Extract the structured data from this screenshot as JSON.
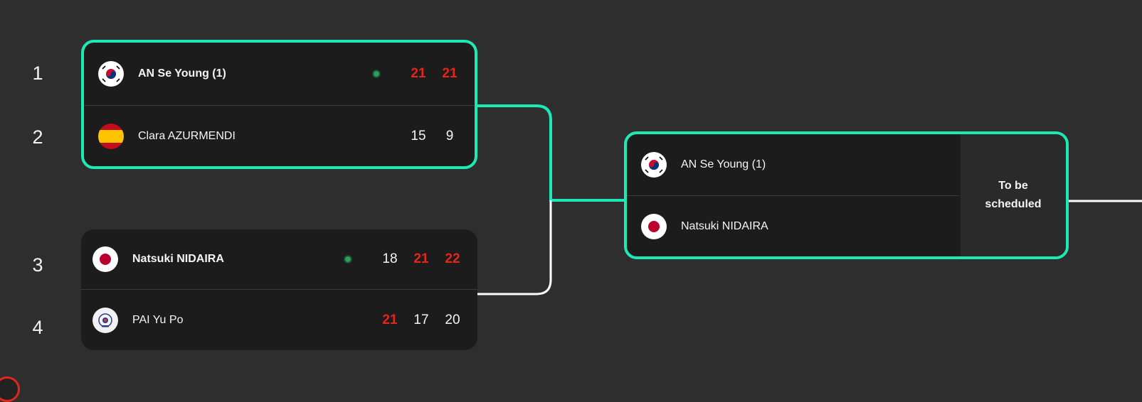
{
  "colors": {
    "highlight": "#1de9b6",
    "win_score": "#e1261c",
    "live_dot": "#2e9d5e",
    "background": "#2e2e2e",
    "card": "#1c1c1c"
  },
  "seeds": [
    "1",
    "2",
    "3",
    "4"
  ],
  "round1": {
    "match1": {
      "top": {
        "name": "AN Se Young (1)",
        "flag": "south-korea-flag-icon",
        "live": true,
        "scores": [
          "21",
          "21"
        ],
        "won_sets": [
          true,
          true
        ]
      },
      "bottom": {
        "name": "Clara AZURMENDI",
        "flag": "spain-flag-icon",
        "scores": [
          "15",
          "9"
        ],
        "won_sets": [
          false,
          false
        ]
      }
    },
    "match2": {
      "top": {
        "name": "Natsuki NIDAIRA",
        "flag": "japan-flag-icon",
        "live": true,
        "scores": [
          "18",
          "21",
          "22"
        ],
        "won_sets": [
          false,
          true,
          true
        ]
      },
      "bottom": {
        "name": "PAI Yu Po",
        "flag": "chinese-taipei-flag-icon",
        "scores": [
          "21",
          "17",
          "20"
        ],
        "won_sets": [
          true,
          false,
          false
        ]
      }
    }
  },
  "round2": {
    "match": {
      "top": {
        "name": "AN Se Young (1)",
        "flag": "south-korea-flag-icon"
      },
      "bottom": {
        "name": "Natsuki NIDAIRA",
        "flag": "japan-flag-icon"
      },
      "status": "To be scheduled"
    }
  }
}
